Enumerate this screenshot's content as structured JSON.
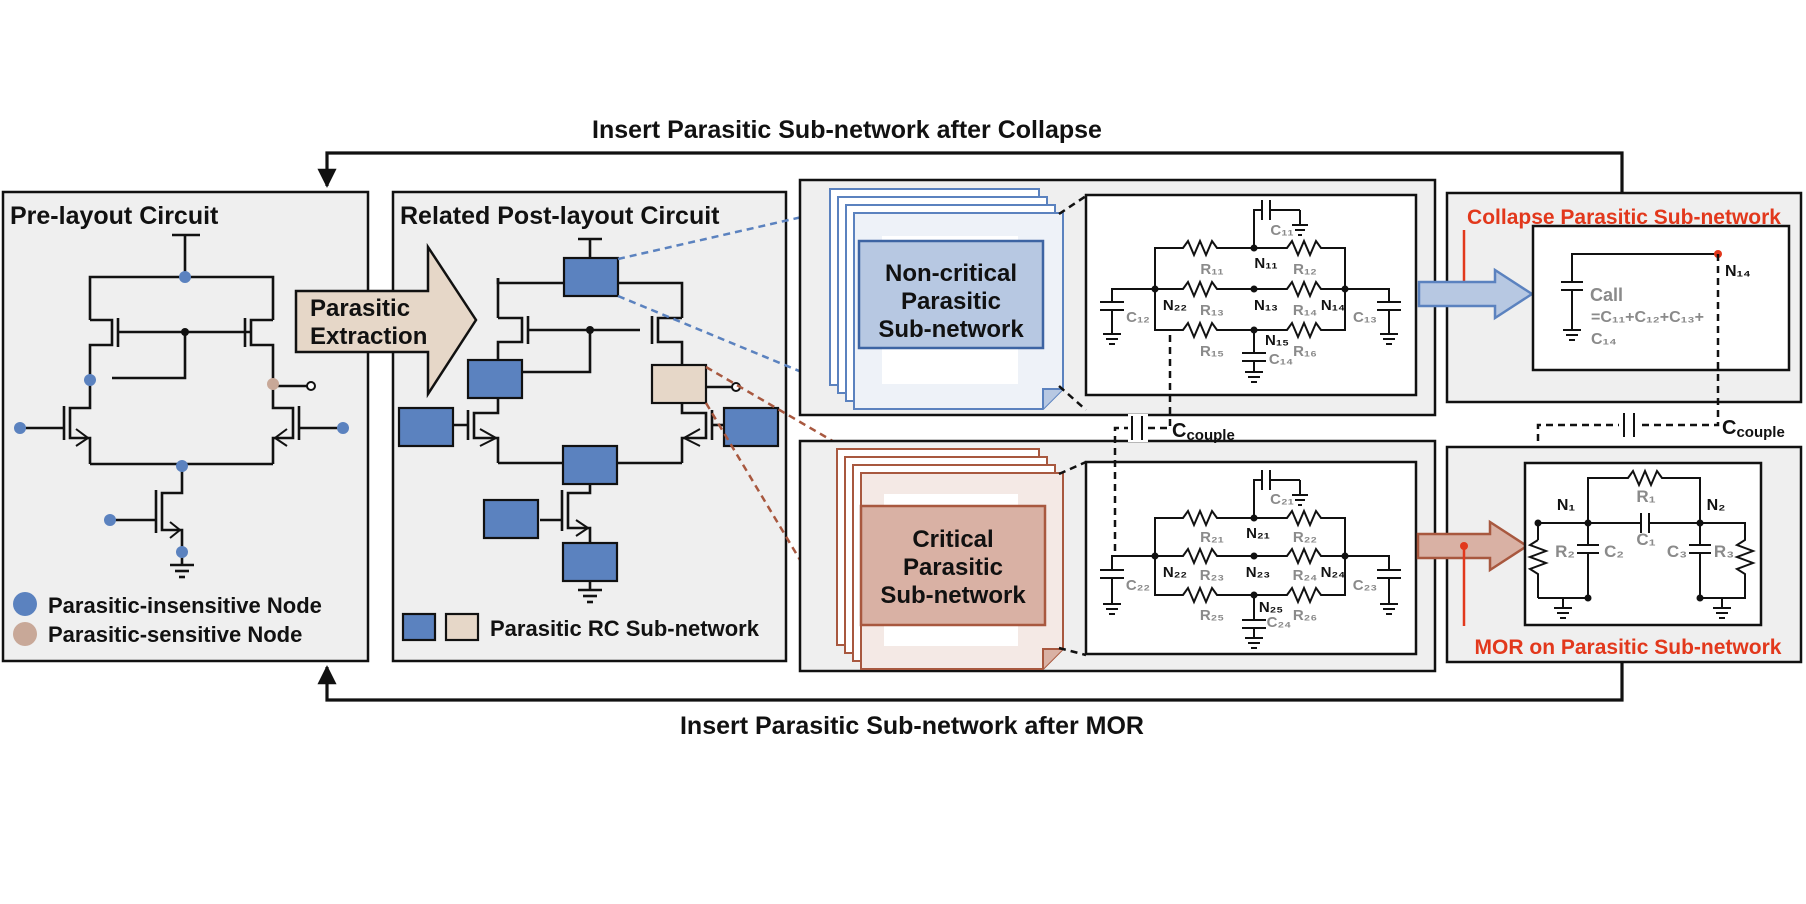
{
  "titles": {
    "top_arrow": "Insert Parasitic Sub-network after Collapse",
    "bottom_arrow": "Insert Parasitic Sub-network after MOR",
    "pre_layout": "Pre-layout Circuit",
    "post_layout": "Related Post-layout Circuit",
    "extraction_line1": "Parasitic",
    "extraction_line2": "Extraction",
    "collapse": "Collapse Parasitic Sub-network",
    "mor": "MOR on Parasitic Sub-network"
  },
  "legend": {
    "insensitive": "Parasitic-insensitive Node",
    "sensitive": "Parasitic-sensitive Node",
    "rc_subnetwork": "Parasitic RC Sub-network"
  },
  "stacks": {
    "noncritical": [
      "Non-critical",
      "Parasitic",
      "Sub-network"
    ],
    "critical": [
      "Critical",
      "Parasitic",
      "Sub-network"
    ]
  },
  "ccouple": {
    "main": "C",
    "sub": "couple"
  },
  "net1": {
    "N11": "N₁₁",
    "N13": "N₁₃",
    "N14": "N₁₄",
    "N15": "N₁₅",
    "N22": "N₂₂",
    "R11": "R₁₁",
    "R12": "R₁₂",
    "R13": "R₁₃",
    "R14": "R₁₄",
    "R15": "R₁₅",
    "R16": "R₁₆",
    "C11": "C₁₁",
    "C12": "C₁₂",
    "C13": "C₁₃",
    "C14": "C₁₄"
  },
  "net2": {
    "N21": "N₂₁",
    "N22": "N₂₂",
    "N23": "N₂₃",
    "N24": "N₂₄",
    "N25": "N₂₅",
    "R21": "R₂₁",
    "R22": "R₂₂",
    "R23": "R₂₃",
    "R24": "R₂₄",
    "R25": "R₂₅",
    "R26": "R₂₆",
    "C21": "C₂₁",
    "C22": "C₂₂",
    "C23": "C₂₃",
    "C24": "C₂₄"
  },
  "collapsed": {
    "N14": "N₁₄",
    "Call": "Call",
    "eq": "=C₁₁+C₁₂+C₁₃+",
    "C14": "C₁₄"
  },
  "reduced": {
    "N1": "N₁",
    "N2": "N₂",
    "R1": "R₁",
    "R2": "R₂",
    "R3": "R₃",
    "C1": "C₁",
    "C2": "C₂",
    "C3": "C₃"
  },
  "colors": {
    "blue_node": "#5b82bf",
    "tan_node": "#e6d7c8",
    "blue_stack_fill": "#b7c8e2",
    "blue_stack_edge": "#5b82bf",
    "red_stack_fill": "#d9b1a4",
    "red_stack_edge": "#a8583f",
    "accent_red": "#e2381c",
    "panel": "#efefef"
  }
}
